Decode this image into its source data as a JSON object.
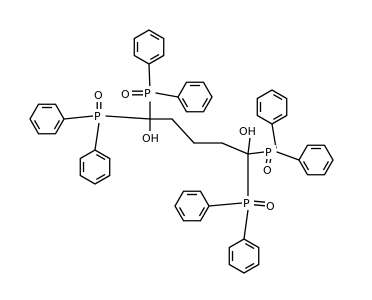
{
  "molecule": {
    "atom_labels": {
      "o_top": "O",
      "p_top": "P",
      "o_left": "O",
      "p_left": "P",
      "oh_left": "OH",
      "oh_right": "OH",
      "p_right": "P",
      "o_right": "O",
      "p_bottom": "P",
      "o_bottom": "O"
    },
    "colors": {
      "bond": "#000000",
      "background": "#ffffff"
    }
  }
}
